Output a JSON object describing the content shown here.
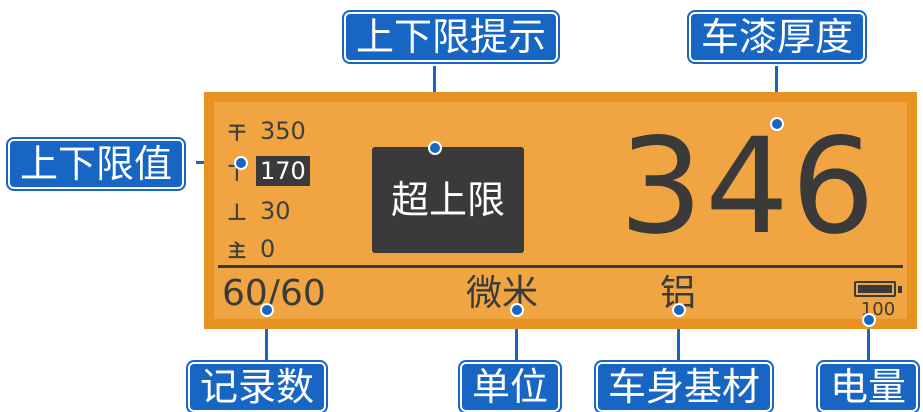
{
  "callouts": {
    "limit_prompt": "上下限提示",
    "paint_thickness": "车漆厚度",
    "limit_values": "上下限值",
    "record_count": "记录数",
    "unit": "单位",
    "body_material": "车身基材",
    "battery": "电量"
  },
  "screen": {
    "limits": [
      {
        "symbol": "干",
        "value": "350"
      },
      {
        "symbol": "丅",
        "value": "170"
      },
      {
        "symbol": "丄",
        "value": "30"
      },
      {
        "symbol": "主",
        "value": "0"
      }
    ],
    "alarm_text": "超上限",
    "thickness_value": "346",
    "record_count": "60/60",
    "unit": "微米",
    "material": "铝",
    "battery_level": "100",
    "battery_fraction": 1.0
  },
  "colors": {
    "callout_blue": "#1766c4",
    "screen_orange": "#e79222",
    "text_dark": "#3a3a3a"
  }
}
